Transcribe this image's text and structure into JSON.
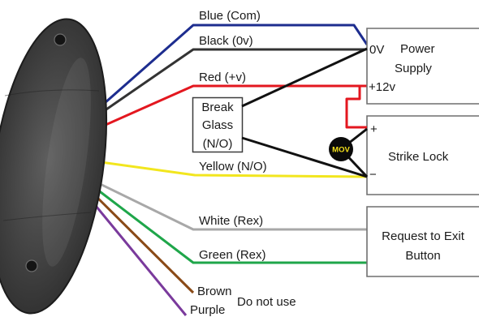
{
  "diagram": {
    "wires": [
      {
        "label": "Blue (Com)",
        "color": "#1d2d8f"
      },
      {
        "label": "Black (0v)",
        "color": "#333333"
      },
      {
        "label": "Red (+v)",
        "color": "#e3171f"
      },
      {
        "label": "Yellow (N/O)",
        "color": "#f2e61e"
      },
      {
        "label": "White (Rex)",
        "color": "#a8a8a8"
      },
      {
        "label": "Green (Rex)",
        "color": "#1fa64a"
      },
      {
        "label": "Brown",
        "color": "#8a4a17"
      },
      {
        "label": "Purple",
        "color": "#7a3a9c"
      }
    ],
    "unused_wires_note": "Do not use",
    "break_glass": {
      "lines": [
        "Break",
        "Glass",
        "(N/O)"
      ]
    },
    "power_supply": {
      "terminal_0v": "0V",
      "title_lines": [
        "Power",
        "Supply"
      ],
      "terminal_12v": "+12v"
    },
    "mov": {
      "label": "MOV"
    },
    "strike_lock": {
      "terminal_plus": "+",
      "title": "Strike Lock",
      "terminal_minus": "−"
    },
    "exit_button": {
      "title_lines": [
        "Request to Exit",
        "Button"
      ]
    },
    "colors": {
      "connection_wire": "#111111",
      "box_border": "#6f6f6f",
      "break_glass_border": "#3c3c3c",
      "mov_body": "#0a0a0a",
      "mov_label": "#f5e21a",
      "device_body": "#2b2b2b",
      "device_highlight": "#5e5e5e"
    }
  }
}
